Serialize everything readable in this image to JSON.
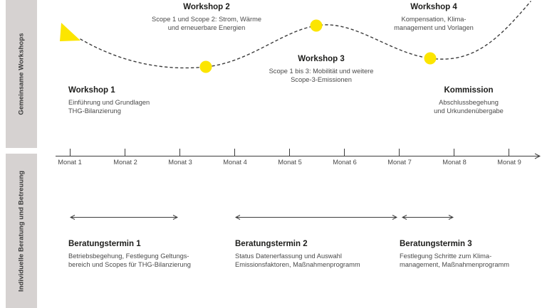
{
  "rails": [
    {
      "id": "gemeinsame-workshops",
      "label": "Gemeinsame Workshops"
    },
    {
      "id": "individuelle-beratung",
      "label": "Individuelle Beratung und Betreuung"
    }
  ],
  "colors": {
    "accent_yellow": "#FCE500",
    "rail_gray": "#d6d2d1",
    "line_dark": "#3c3c3c",
    "title_black": "#1d1d1b",
    "body_gray": "#4a4a4a"
  },
  "axis": {
    "ticks": [
      {
        "label": "Monat 1"
      },
      {
        "label": "Monat 2"
      },
      {
        "label": "Monat 3"
      },
      {
        "label": "Monat 4"
      },
      {
        "label": "Monat 5"
      },
      {
        "label": "Monat 6"
      },
      {
        "label": "Monat 7"
      },
      {
        "label": "Monat 8"
      },
      {
        "label": "Monat 9"
      }
    ]
  },
  "workshops": [
    {
      "id": "workshop-1",
      "title": "Workshop 1",
      "subtitle": "Einführung und Grundlagen\nTHG-Bilanzierung",
      "align": "left"
    },
    {
      "id": "workshop-2",
      "title": "Workshop 2",
      "subtitle": "Scope 1 und Scope 2: Strom, Wärme\nund erneuerbare Energien",
      "align": "center"
    },
    {
      "id": "workshop-3",
      "title": "Workshop 3",
      "subtitle": "Scope 1 bis 3: Mobilität und weitere\nScope-3-Emissionen",
      "align": "center"
    },
    {
      "id": "workshop-4",
      "title": "Workshop 4",
      "subtitle": "Kompensation, Klima-\nmanagement und Vorlagen",
      "align": "center"
    },
    {
      "id": "kommission",
      "title": "Kommission",
      "subtitle": "Abschlussbegehung\nund Urkundenübergabe",
      "align": "center"
    }
  ],
  "consultations": [
    {
      "id": "beratungstermin-1",
      "title": "Beratungstermin 1",
      "subtitle": "Betriebsbegehung, Festlegung Geltungs-\nbereich und Scopes für THG-Bilanzierung"
    },
    {
      "id": "beratungstermin-2",
      "title": "Beratungstermin 2",
      "subtitle": "Status Datenerfassung und Auswahl\nEmissionsfaktoren, Maßnahmenprogramm"
    },
    {
      "id": "beratungstermin-3",
      "title": "Beratungstermin 3",
      "subtitle": "Festlegung Schritte zum Klima-\nmanagement, Maßnahmenprogramm"
    }
  ]
}
